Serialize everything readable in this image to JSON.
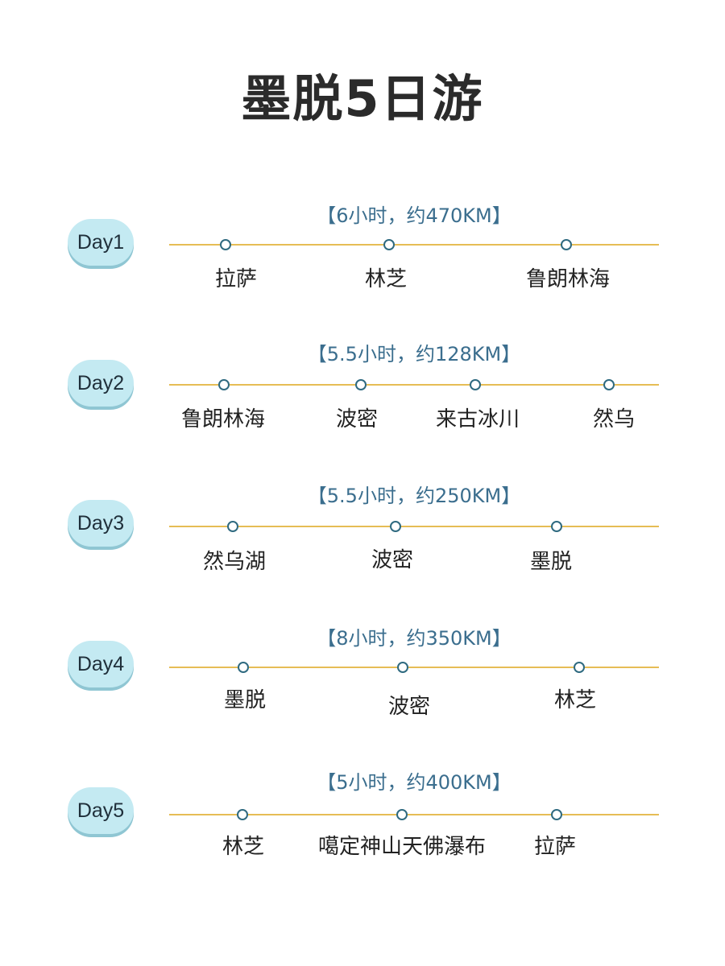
{
  "title": "墨脱5日游",
  "days": [
    {
      "label": "Day1",
      "info": "【6小时，约470KM】",
      "stops": [
        "拉萨",
        "林芝",
        "鲁朗林海"
      ]
    },
    {
      "label": "Day2",
      "info": "【5.5小时，约128KM】",
      "stops": [
        "鲁朗林海",
        "波密",
        "来古冰川",
        "然乌"
      ]
    },
    {
      "label": "Day3",
      "info": "【5.5小时，约250KM】",
      "stops": [
        "然乌湖",
        "波密",
        "墨脱"
      ]
    },
    {
      "label": "Day4",
      "info": "【8小时，约350KM】",
      "stops": [
        "墨脱",
        "波密",
        "林芝"
      ]
    },
    {
      "label": "Day5",
      "info": "【5小时，约400KM】",
      "stops": [
        "林芝",
        "噶定神山天佛瀑布",
        "拉萨"
      ]
    }
  ]
}
